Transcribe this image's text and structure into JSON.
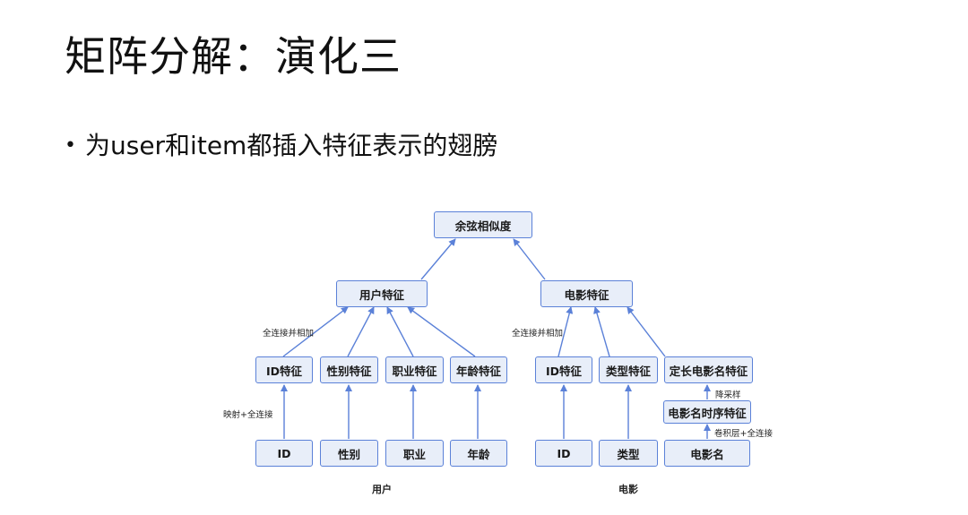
{
  "slide": {
    "title": "矩阵分解：演化三",
    "bullet": "为user和item都插入特征表示的翅膀"
  },
  "diagram": {
    "top": "余弦相似度",
    "user_feature": "用户特征",
    "movie_feature": "电影特征",
    "user_mid": [
      "ID特征",
      "性别特征",
      "职业特征",
      "年龄特征"
    ],
    "user_bottom": [
      "ID",
      "性别",
      "职业",
      "年龄"
    ],
    "movie_mid": [
      "ID特征",
      "类型特征",
      "定长电影名特征"
    ],
    "movie_seq": "电影名时序特征",
    "movie_bottom": [
      "ID",
      "类型",
      "电影名"
    ],
    "edge_labels": {
      "user_concat": "全连接并相加",
      "movie_concat": "全连接并相加",
      "user_map": "映射+全连接",
      "downsample": "降采样",
      "conv": "卷积层+全连接"
    },
    "group_user": "用户",
    "group_movie": "电影",
    "colors": {
      "box_fill": "#e8eef9",
      "box_border": "#5b81d8",
      "arrow": "#5b81d8"
    }
  }
}
